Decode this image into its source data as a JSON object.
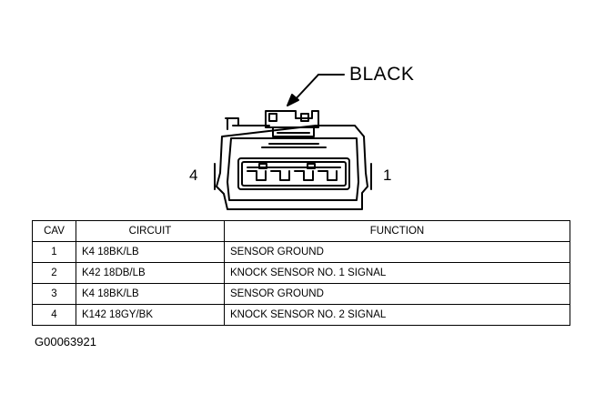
{
  "connector": {
    "color_callout": "BLACK",
    "pin_left": "4",
    "pin_right": "1"
  },
  "table": {
    "headers": [
      "CAV",
      "CIRCUIT",
      "FUNCTION"
    ],
    "rows": [
      {
        "cav": "1",
        "circuit": "K4 18BK/LB",
        "function": "SENSOR GROUND"
      },
      {
        "cav": "2",
        "circuit": "K42 18DB/LB",
        "function": "KNOCK SENSOR NO. 1 SIGNAL"
      },
      {
        "cav": "3",
        "circuit": "K4 18BK/LB",
        "function": "SENSOR GROUND"
      },
      {
        "cav": "4",
        "circuit": "K142 18GY/BK",
        "function": "KNOCK SENSOR NO. 2 SIGNAL"
      }
    ]
  },
  "figure_id": "G00063921"
}
